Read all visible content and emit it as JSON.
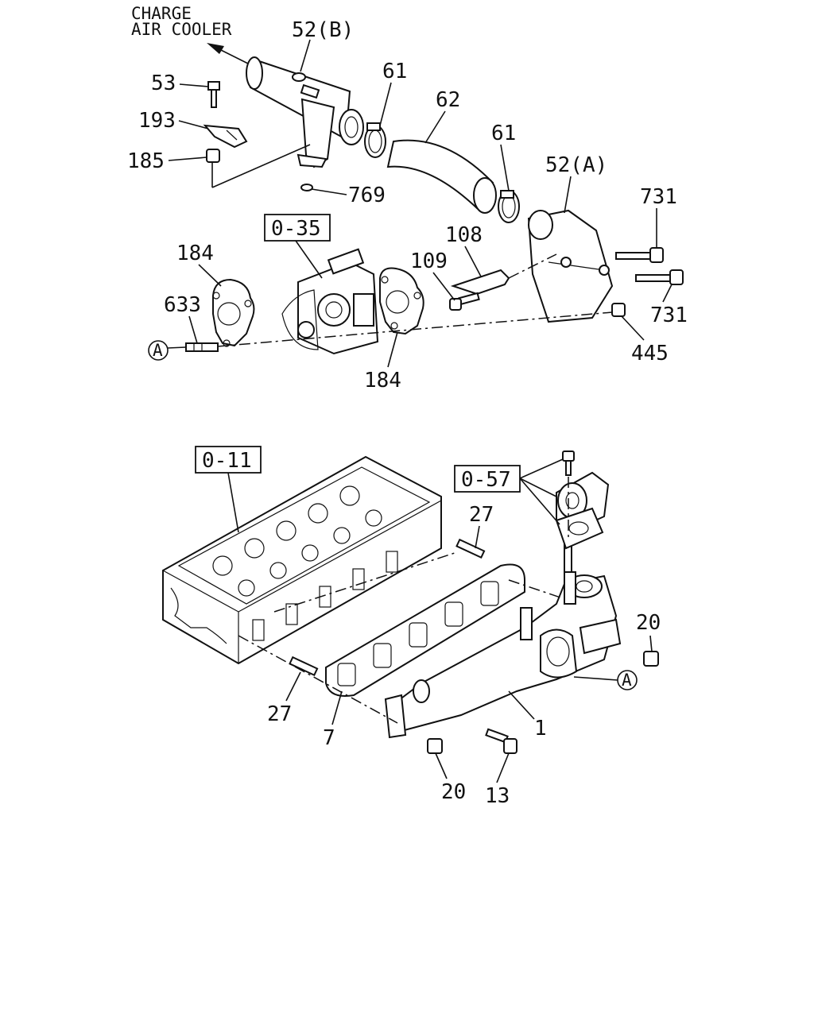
{
  "note": {
    "line1": "CHARGE",
    "line2": "AIR COOLER"
  },
  "refs": {
    "r035": "0-35",
    "r011": "0-11",
    "r057": "0-57"
  },
  "callout": "A",
  "labels": {
    "l52b": "52(B)",
    "l53": "53",
    "l193": "193",
    "l185": "185",
    "l769": "769",
    "l61a": "61",
    "l62": "62",
    "l61b": "61",
    "l52a": "52(A)",
    "l731a": "731",
    "l731b": "731",
    "l108": "108",
    "l109": "109",
    "l184a": "184",
    "l633": "633",
    "l184b": "184",
    "l445": "445",
    "l27a": "27",
    "l27b": "27",
    "l20a": "20",
    "l20b": "20",
    "l7": "7",
    "l1": "1",
    "l13": "13"
  }
}
